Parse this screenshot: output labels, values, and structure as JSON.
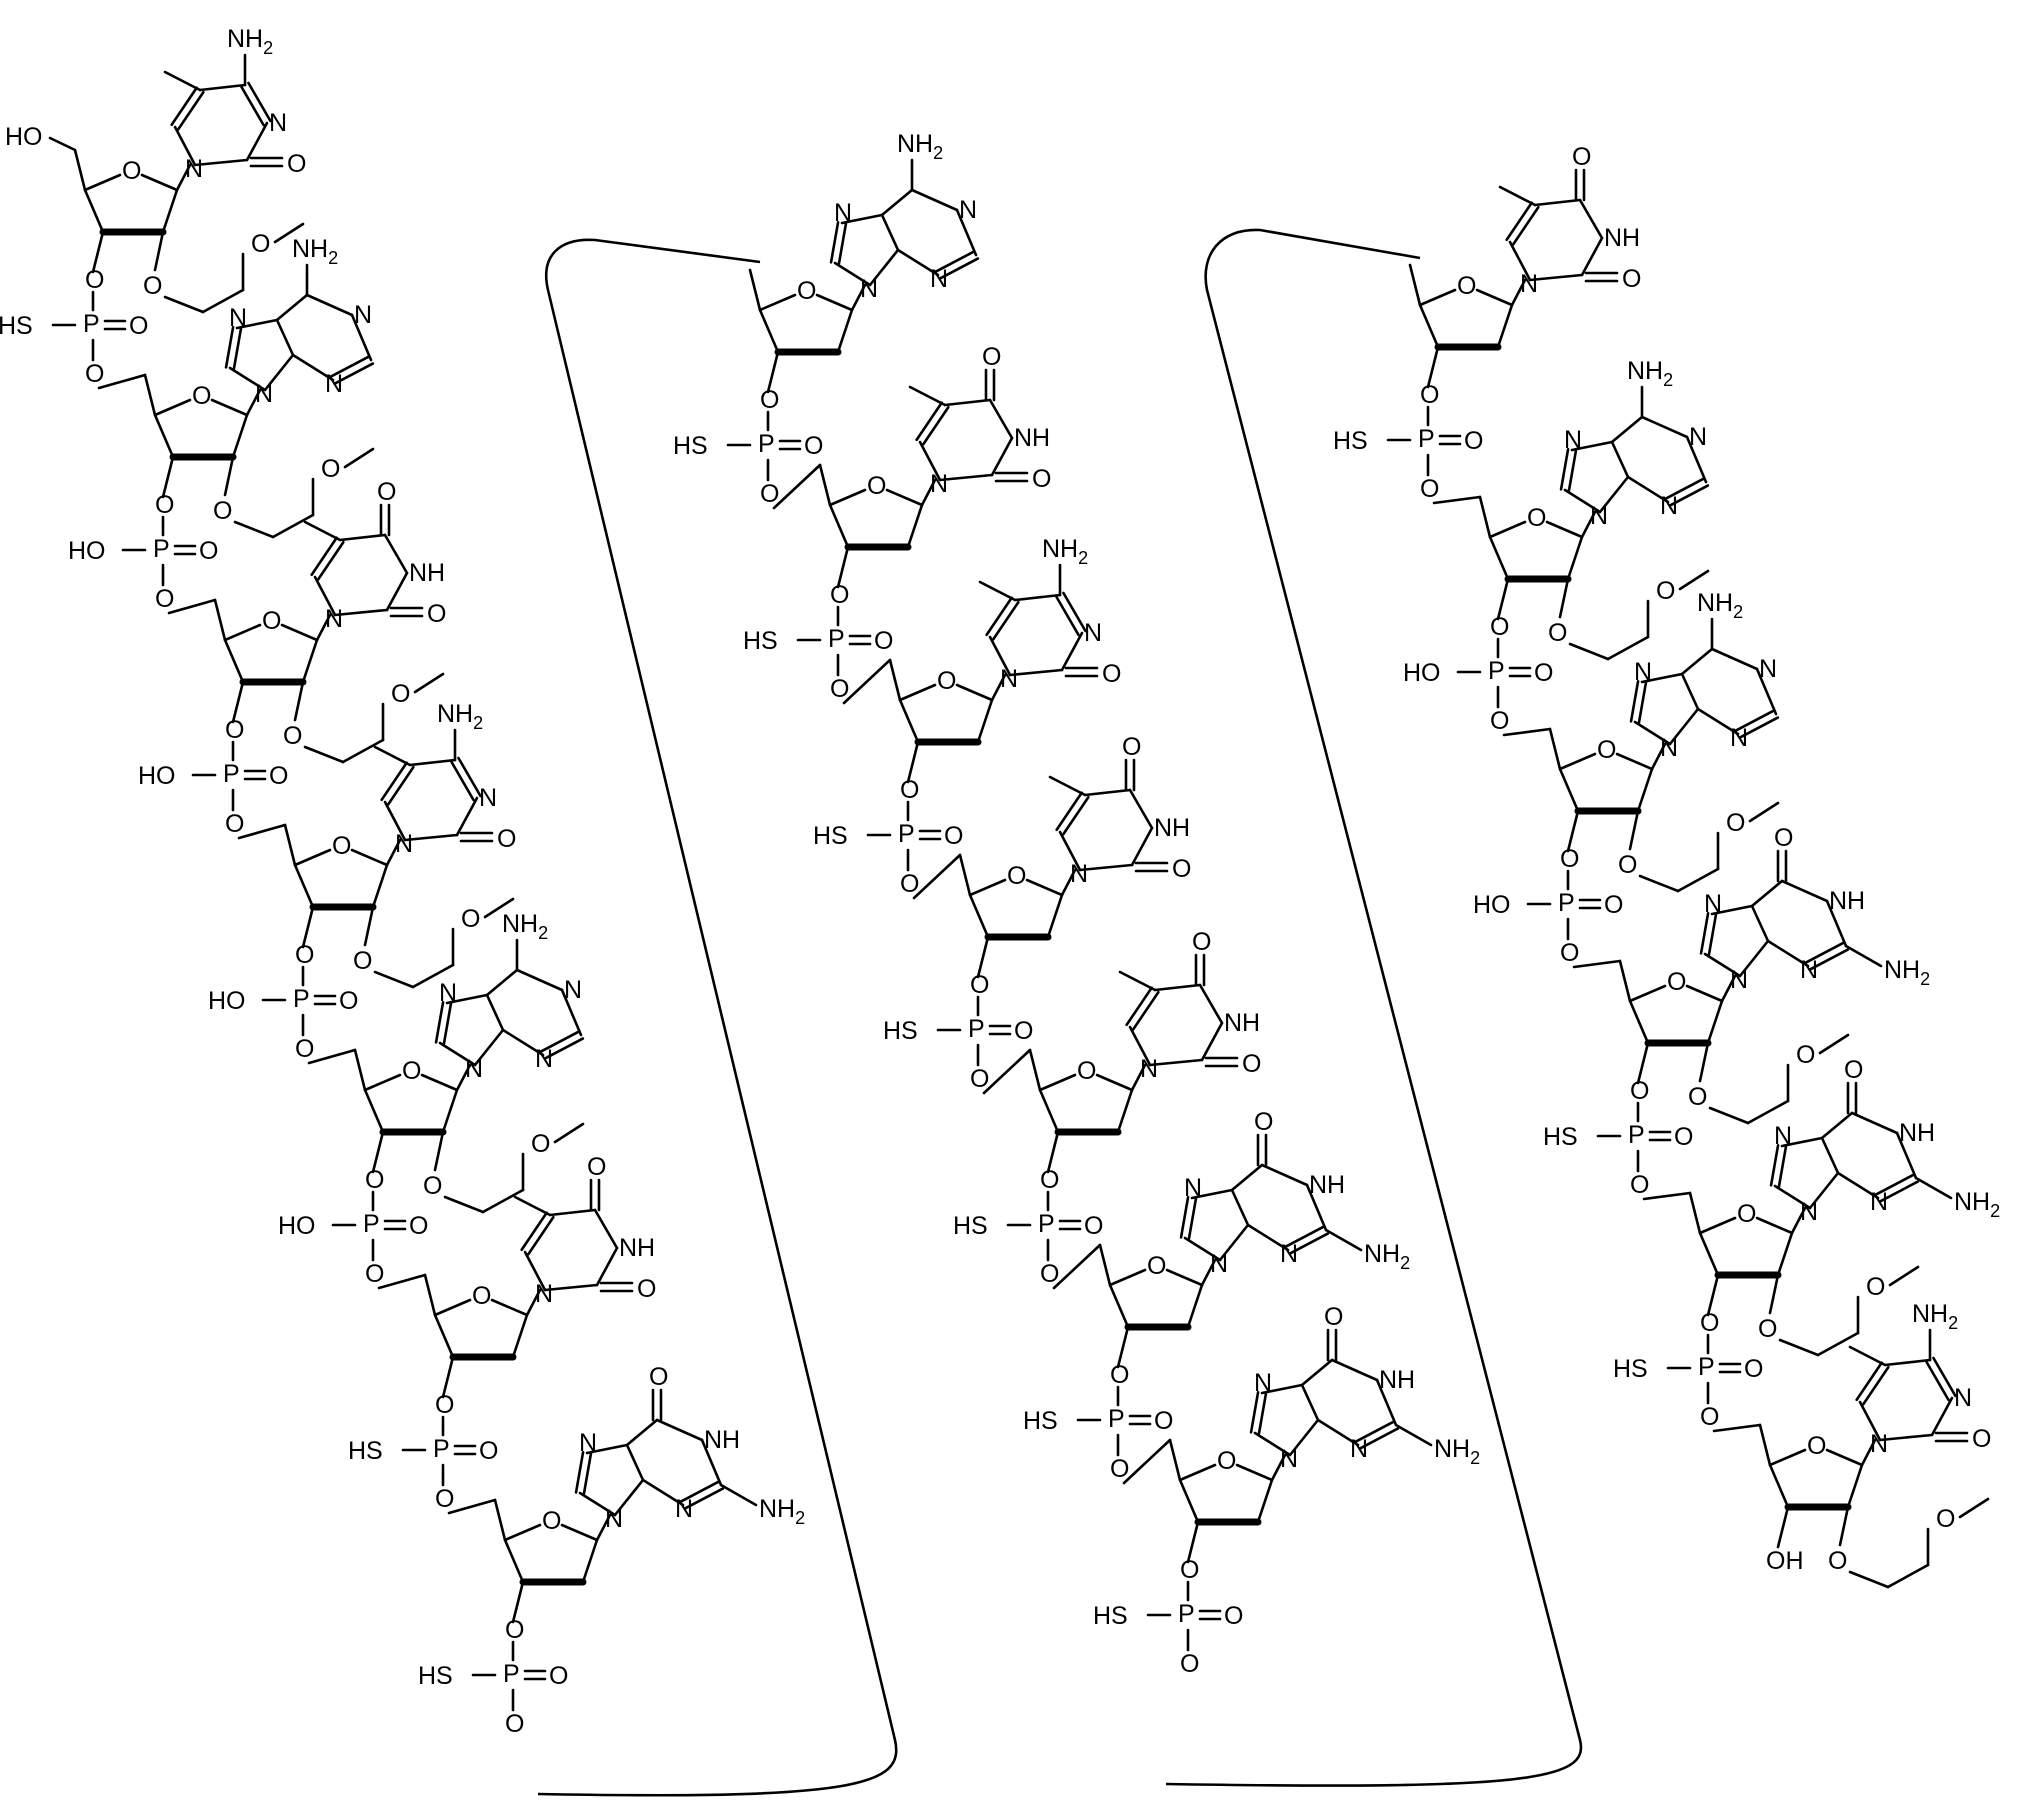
{
  "figure": {
    "label_colors": {
      "ink": "#000000",
      "background": "#ffffff"
    },
    "strands": [
      {
        "id": "strand-1",
        "residues": [
          {
            "base": "5-methylcytosine",
            "sugar": "2'-O-methoxyethyl",
            "linkage": "phosphorothioate",
            "five_prime": "HO"
          },
          {
            "base": "adenine",
            "sugar": "2'-O-methoxyethyl",
            "linkage": "phosphodiester"
          },
          {
            "base": "5-methyluracil",
            "sugar": "2'-O-methoxyethyl",
            "linkage": "phosphodiester"
          },
          {
            "base": "5-methylcytosine",
            "sugar": "2'-O-methoxyethyl",
            "linkage": "phosphodiester"
          },
          {
            "base": "adenine",
            "sugar": "2'-O-methoxyethyl",
            "linkage": "phosphodiester"
          },
          {
            "base": "thymine",
            "sugar": "2'-deoxy",
            "linkage": "phosphorothioate"
          },
          {
            "base": "guanine",
            "sugar": "2'-deoxy",
            "linkage": "phosphorothioate"
          }
        ]
      },
      {
        "id": "strand-2",
        "residues": [
          {
            "base": "adenine",
            "sugar": "2'-deoxy",
            "linkage": "phosphorothioate"
          },
          {
            "base": "thymine",
            "sugar": "2'-deoxy",
            "linkage": "phosphorothioate"
          },
          {
            "base": "5-methylcytosine",
            "sugar": "2'-deoxy",
            "linkage": "phosphorothioate"
          },
          {
            "base": "thymine",
            "sugar": "2'-deoxy",
            "linkage": "phosphorothioate"
          },
          {
            "base": "thymine",
            "sugar": "2'-deoxy",
            "linkage": "phosphorothioate"
          },
          {
            "base": "guanine",
            "sugar": "2'-deoxy",
            "linkage": "phosphorothioate"
          },
          {
            "base": "guanine",
            "sugar": "2'-deoxy",
            "linkage": "phosphorothioate"
          }
        ]
      },
      {
        "id": "strand-3",
        "residues": [
          {
            "base": "thymine",
            "sugar": "2'-deoxy",
            "linkage": "phosphorothioate"
          },
          {
            "base": "adenine",
            "sugar": "2'-O-methoxyethyl",
            "linkage": "phosphodiester"
          },
          {
            "base": "adenine",
            "sugar": "2'-O-methoxyethyl",
            "linkage": "phosphodiester"
          },
          {
            "base": "guanine",
            "sugar": "2'-O-methoxyethyl",
            "linkage": "phosphorothioate"
          },
          {
            "base": "guanine",
            "sugar": "2'-O-methoxyethyl",
            "linkage": "phosphorothioate"
          },
          {
            "base": "5-methylcytosine",
            "sugar": "2'-O-methoxyethyl",
            "linkage": "none",
            "three_prime": "OH"
          }
        ]
      }
    ],
    "labels": {
      "nh2": "NH",
      "nh2_sub": "2",
      "nh": "NH",
      "n": "N",
      "o": "O",
      "ho": "HO",
      "oh": "OH",
      "hs": "HS",
      "p": "P"
    }
  }
}
